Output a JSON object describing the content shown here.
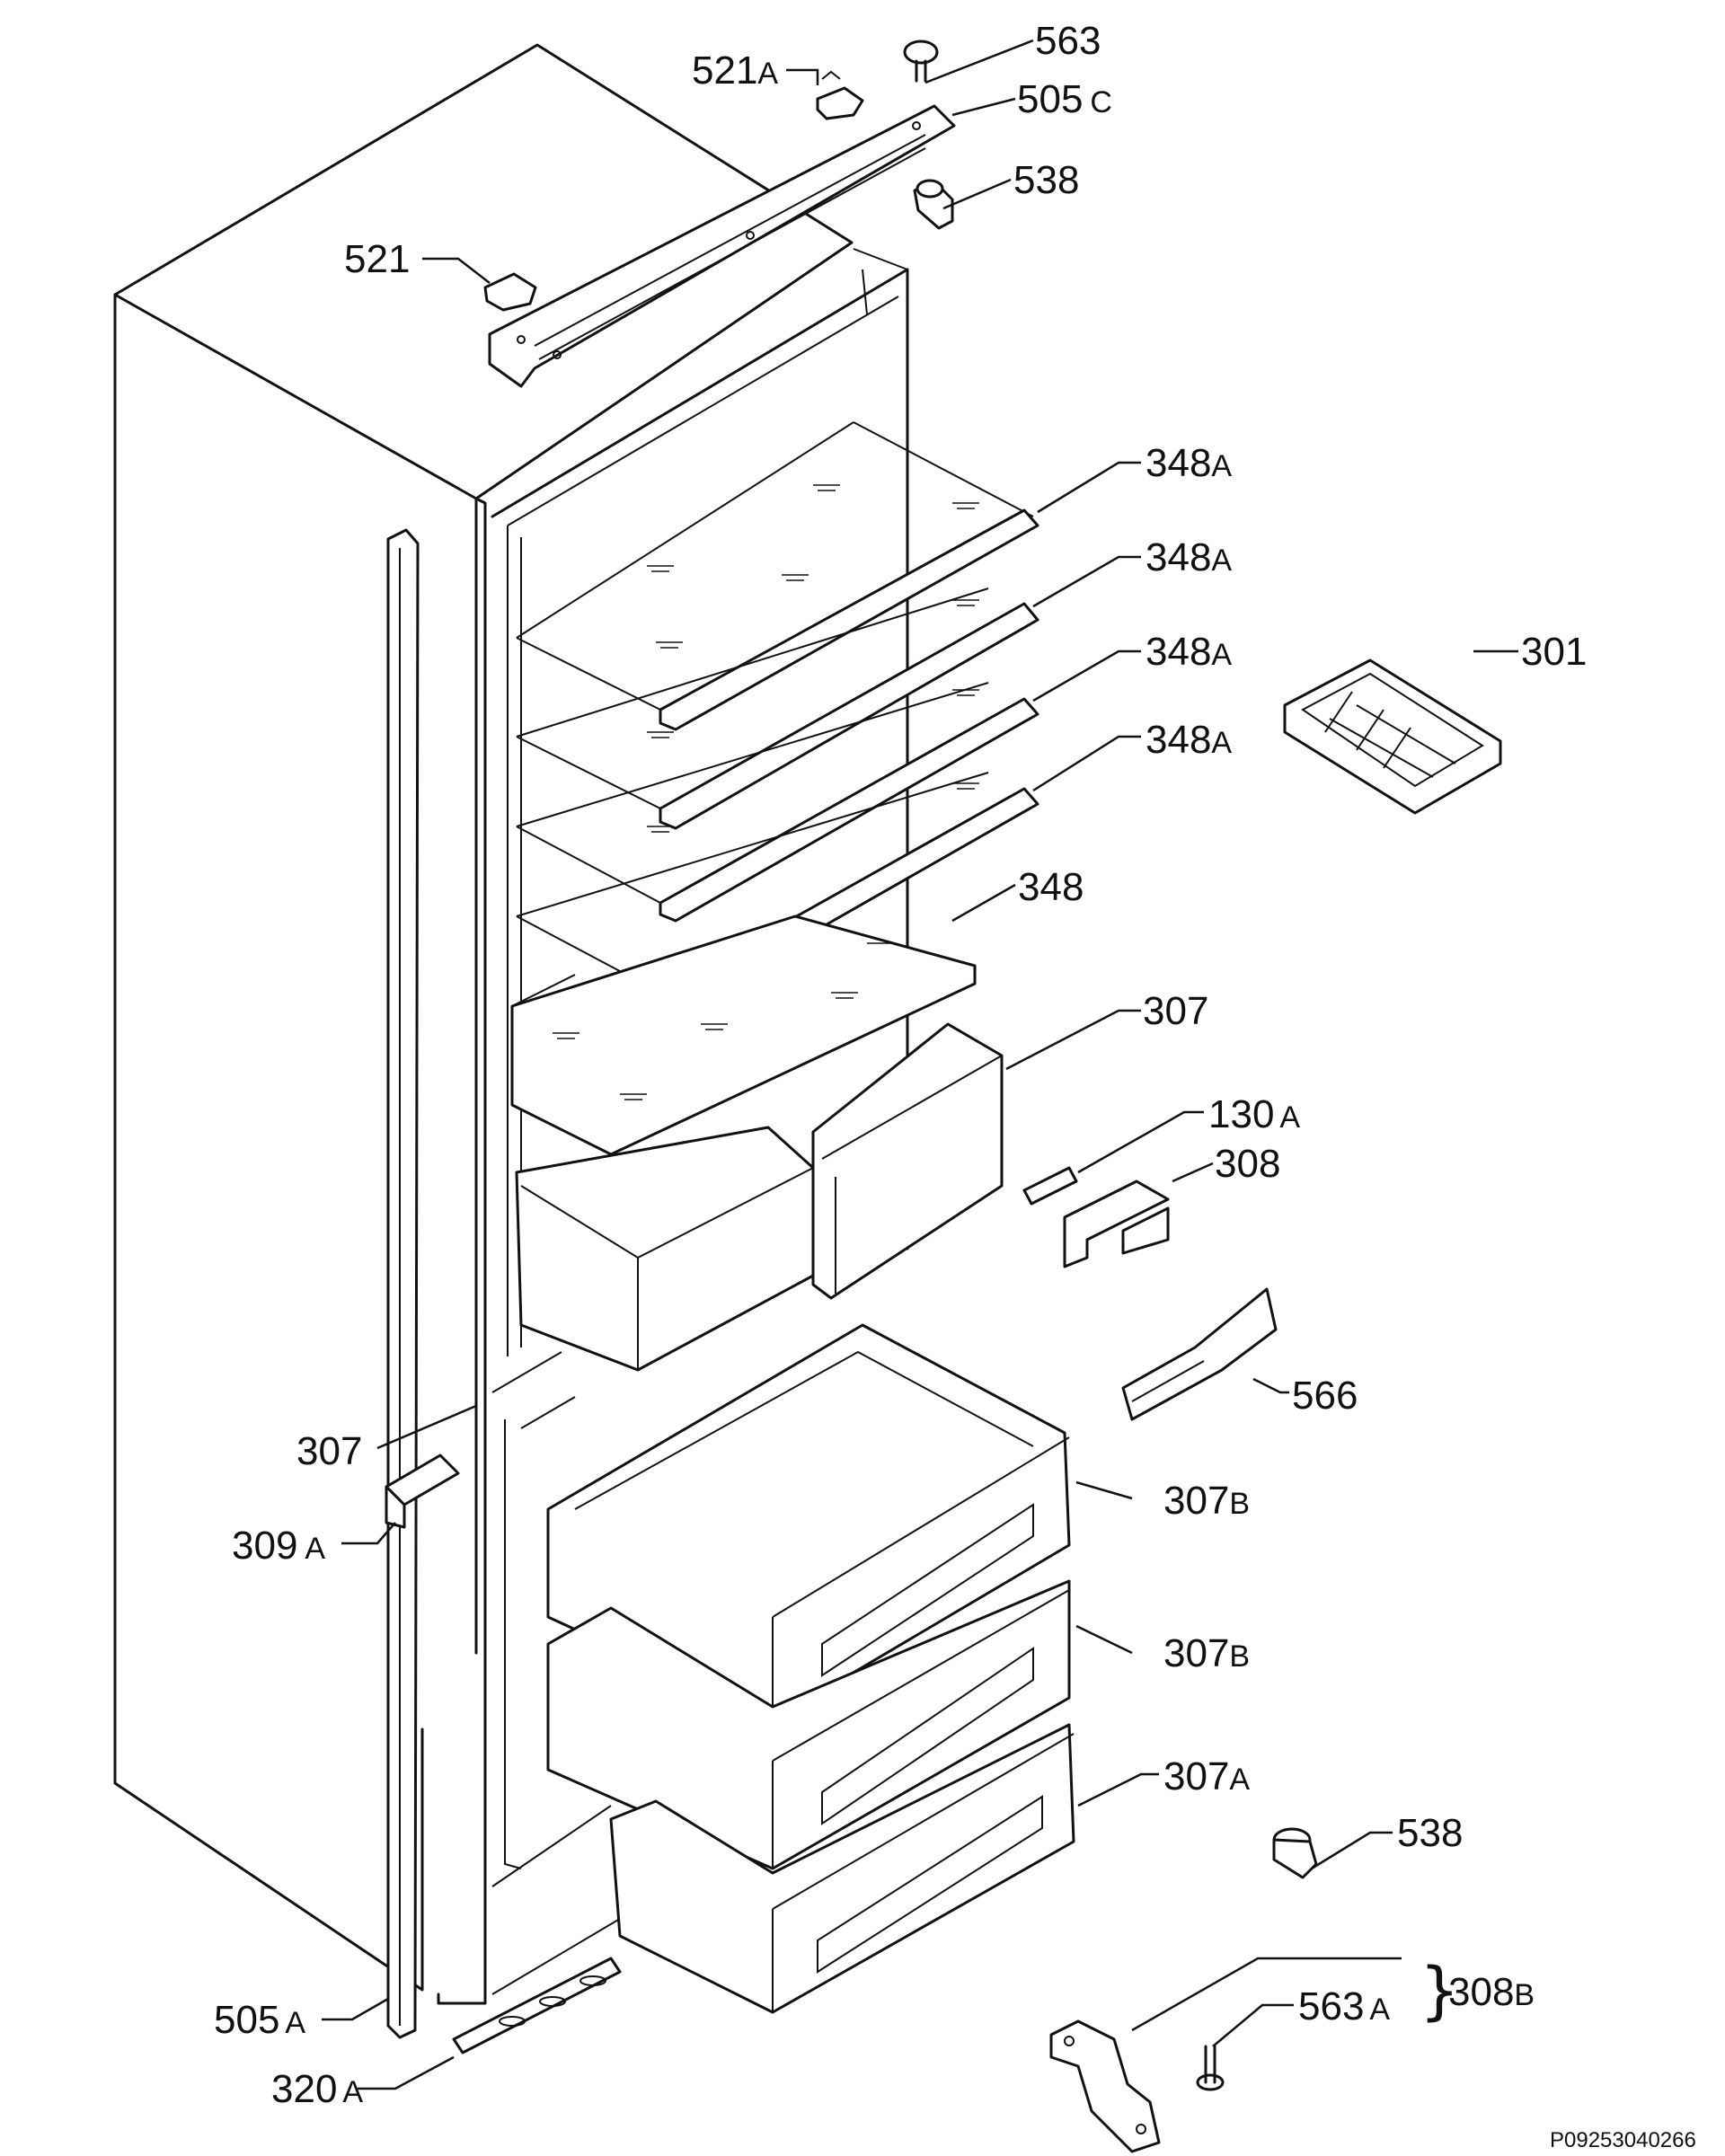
{
  "labels": {
    "l563": "563",
    "l521a": "521",
    "l521a_suffix": "A",
    "l505c": "505",
    "l505c_suffix": "C",
    "l538_top": "538",
    "l521": "521",
    "l348a_1": "348",
    "l348a_1_suffix": "A",
    "l348a_2": "348",
    "l348a_2_suffix": "A",
    "l348a_3": "348",
    "l348a_3_suffix": "A",
    "l348a_4": "348",
    "l348a_4_suffix": "A",
    "l301": "301",
    "l348": "348",
    "l307_top": "307",
    "l130a": "130",
    "l130a_suffix": "A",
    "l308": "308",
    "l566": "566",
    "l307_left": "307",
    "l309a": "309",
    "l309a_suffix": "A",
    "l307b_1": "307",
    "l307b_1_suffix": "B",
    "l307b_2": "307",
    "l307b_2_suffix": "B",
    "l307a": "307",
    "l307a_suffix": "A",
    "l538_bottom": "538",
    "l563a": "563",
    "l563a_suffix": "A",
    "l308b": "308",
    "l308b_suffix": "B",
    "l505a": "505",
    "l505a_suffix": "A",
    "l320a": "320",
    "l320a_suffix": "A",
    "brace": "}"
  },
  "drawing_code": "P09253040266"
}
